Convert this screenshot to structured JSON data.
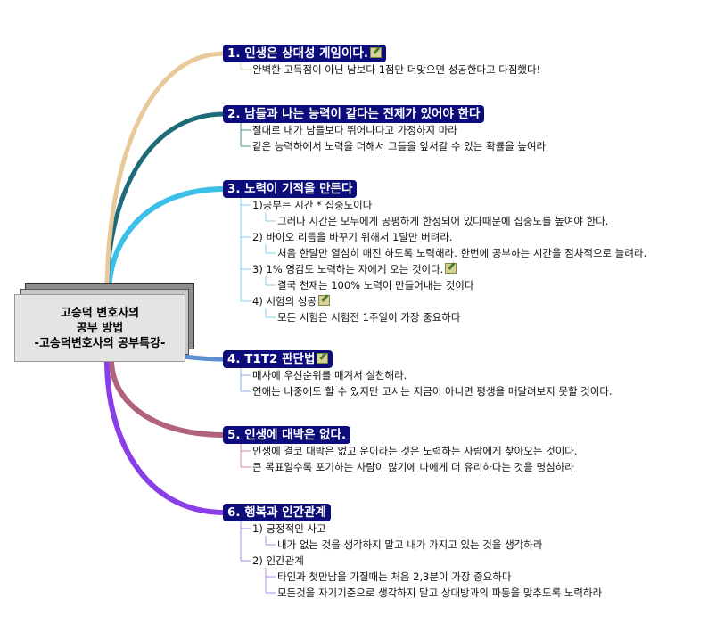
{
  "center": {
    "lines": [
      "고승덕 변호사의",
      "공부 방법",
      "-고승덕변호사의 공부특강-"
    ]
  },
  "topics": [
    {
      "label": "1. 인생은 상대성 게임이다.",
      "memo": true,
      "color": "#e8c99a",
      "line_color": "#e8d3b3",
      "children": [
        {
          "text": "완벽한 고득점이 아닌 남보다 1점만 더맞으면 성공한다고 다짐했다!"
        }
      ]
    },
    {
      "label": "2. 남들과 나는 능력이 같다는 전제가 있어야 한다",
      "memo": false,
      "color": "#1d6b78",
      "line_color": "#4e8a94",
      "children": [
        {
          "text": "절대로 내가 남들보다 뛰어나다고 가정하지 마라"
        },
        {
          "text": "같은 능력하에서 노력을 더해서 그들을 앞서갈 수 있는 확률을 높여라"
        }
      ]
    },
    {
      "label": "3. 노력이 기적을 만든다",
      "memo": false,
      "color": "#3cc0ea",
      "line_color": "#7fd3ef",
      "children": [
        {
          "text": "1)공부는 시간 * 집중도이다",
          "children": [
            {
              "text": "그러나 시간은 모두에게 공평하게 한정되어 있다때문에 집중도를 높여야 한다."
            }
          ]
        },
        {
          "text": "2) 바이오 리듬을 바꾸기 위해서 1달만 버텨라.",
          "children": [
            {
              "text": "처음 한달만 열심히 매진 하도록 노력해라. 한번에 공부하는 시간을 점차적으로 늘려라."
            }
          ]
        },
        {
          "text": "3) 1% 영감도 노력하는 자에게 오는 것이다.",
          "memo": true,
          "children": [
            {
              "text": "결국 천재는 100% 노력이 만들어내는 것이다"
            }
          ]
        },
        {
          "text": "4) 시험의 성공",
          "memo": true,
          "children": [
            {
              "text": "모든 시험은 시험전 1주일이 가장 중요하다"
            }
          ]
        }
      ]
    },
    {
      "label": "4. T1T2 판단법",
      "memo": true,
      "color": "#5a8fd0",
      "line_color": "#8fb2de",
      "children": [
        {
          "text": "매사에 우선순위를 매겨서 실천해라."
        },
        {
          "text": "연애는 나중에도 할 수 있지만 고시는 지금이 아니면 평생을 매달려보지 못할 것이다."
        }
      ]
    },
    {
      "label": "5. 인생에 대박은 없다.",
      "memo": false,
      "color": "#b0627e",
      "line_color": "#c98ea3",
      "children": [
        {
          "text": "인생에 결코 대박은 없고 운이라는 것은 노력하는 사람에게 찾아오는 것이다."
        },
        {
          "text": "큰 목표일수록 포기하는 사람이 많기에 나에게 더 유리하다는 것을 명심하라"
        }
      ]
    },
    {
      "label": "6. 행복과 인간관계",
      "memo": false,
      "color": "#8a3ee8",
      "line_color": "#b08ae8",
      "children": [
        {
          "text": "1) 긍정적인 사고",
          "children": [
            {
              "text": "내가 없는 것을 생각하지 말고 내가 가지고 있는 것을 생각하라"
            }
          ]
        },
        {
          "text": "2) 인간관계",
          "children": [
            {
              "text": "타인과 첫만남을 가질때는 처음 2,3분이 가장 중요하다"
            },
            {
              "text": "모든것을 자기기준으로 생각하지 말고 상대방과의 파동을 맞추도록 노력하라"
            }
          ]
        }
      ]
    }
  ]
}
